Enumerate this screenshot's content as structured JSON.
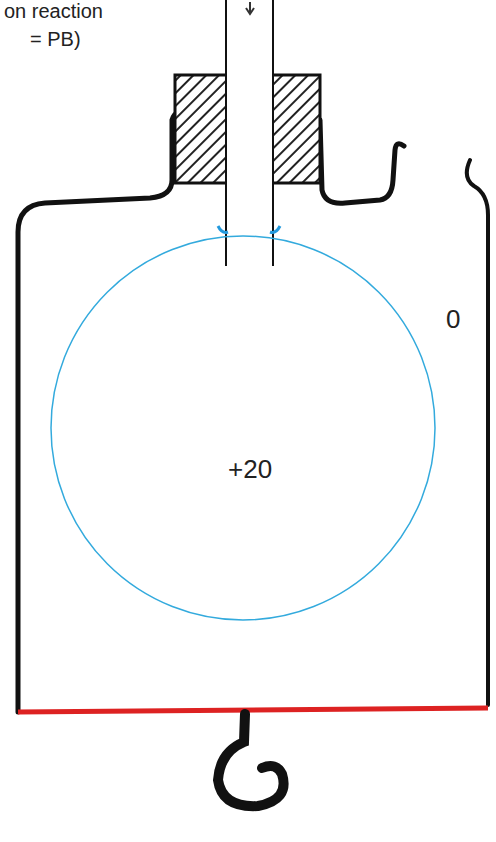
{
  "diagram": {
    "nodes": [
      {
        "text": [
          "0"
        ]
      },
      {
        "text": [
          "+20"
        ],
        "in": 0
      }
    ],
    "labels": [
      "on reaction",
      "= PB)"
    ]
  }
}
